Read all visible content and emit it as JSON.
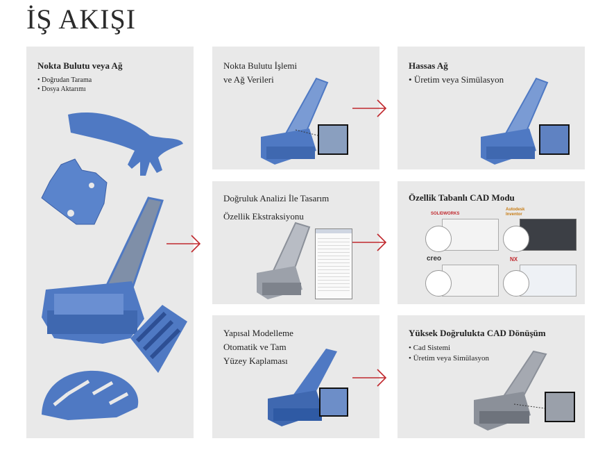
{
  "page": {
    "title": "İŞ AKIŞI"
  },
  "left": {
    "title": "Nokta Bulutu veya Ağ",
    "bullets": [
      "Doğrudan Tarama",
      "Dosya Aktarımı"
    ]
  },
  "mid": [
    {
      "lines": [
        "Nokta Bulutu İşlemi",
        "ve Ağ Verileri"
      ]
    },
    {
      "lines": [
        "Doğruluk Analizi İle Tasarım",
        "Özellik Ekstraksiyonu"
      ]
    },
    {
      "lines": [
        "Yapısal Modelleme",
        "Otomatik ve Tam",
        "Yüzey Kaplaması"
      ]
    }
  ],
  "right": [
    {
      "title": "Hassas Ağ",
      "bullets": [
        "Üretim veya Simülasyon"
      ]
    },
    {
      "title": "Özellik Tabanlı CAD Modu",
      "logos": [
        "SOLIDWORKS",
        "Autodesk Inventor",
        "creo",
        "NX"
      ]
    },
    {
      "title": "Yüksek Doğrulukta CAD Dönüşüm",
      "bullets": [
        "Cad Sistemi",
        "Üretim veya Simülasyon"
      ]
    }
  ],
  "colors": {
    "panel": "#e9e9e9",
    "arrow": "#c0282d",
    "part_blue": "#4f79c3",
    "part_gray": "#8b9099"
  }
}
